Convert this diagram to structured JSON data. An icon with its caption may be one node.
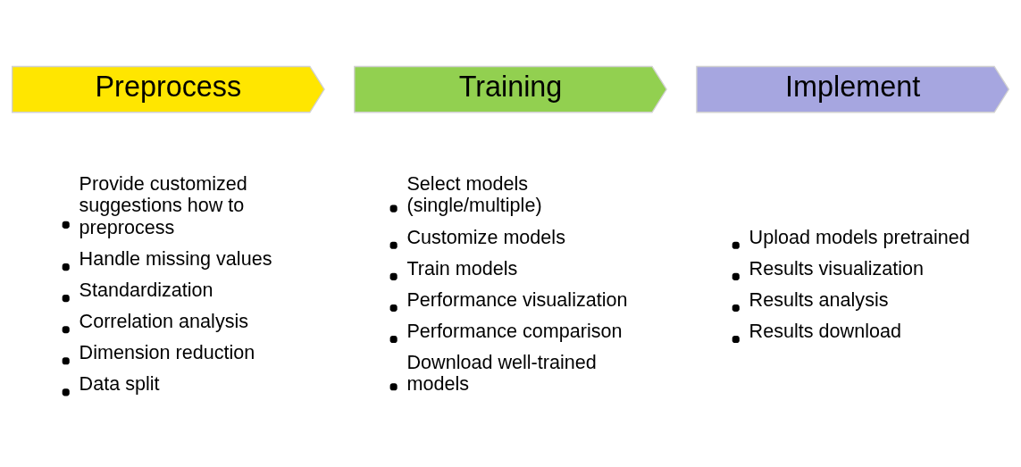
{
  "diagram": {
    "nodes": [
      {
        "text": [
          "Preprocess"
        ],
        "beside": [
          "Provide customized suggestions how to preprocess",
          "Handle missing values",
          "Standardization",
          "Correlation analysis",
          "Dimension reduction",
          "Data split"
        ]
      },
      {
        "text": [
          "Training"
        ],
        "beside": [
          "Select models (single/multiple)",
          "Customize models",
          "Train models",
          "Performance visualization",
          "Performance comparison",
          "Download well-trained models"
        ]
      },
      {
        "text": [
          "Implement"
        ],
        "beside": [
          "Upload models pretrained",
          "Results visualization",
          "Results analysis",
          "Results download"
        ]
      }
    ],
    "edges": []
  }
}
